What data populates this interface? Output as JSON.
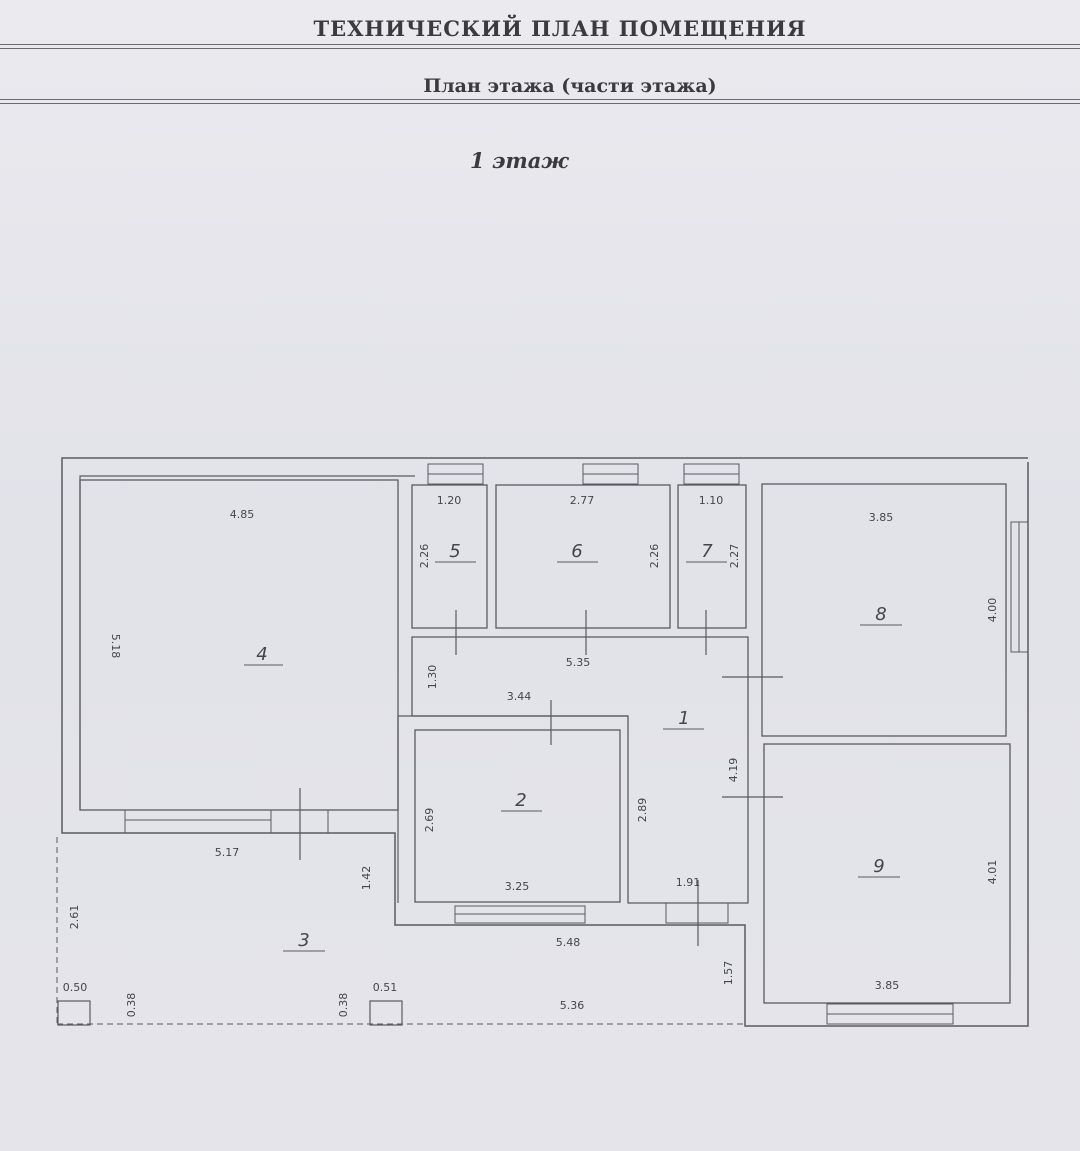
{
  "header": {
    "title": "ТЕХНИЧЕСКИЙ ПЛАН ПОМЕЩЕНИЯ",
    "subtitle": "План этажа (части этажа)",
    "floor": "1 этаж"
  },
  "rooms": {
    "r1": "1",
    "r2": "2",
    "r3": "3",
    "r4": "4",
    "r5": "5",
    "r6": "6",
    "r7": "7",
    "r8": "8",
    "r9": "9"
  },
  "dims": {
    "r4_w": "4.85",
    "r4_h": "5.18",
    "r5_w": "1.20",
    "r5_h": "2.26",
    "r6_w": "2.77",
    "r6_h": "2.26",
    "r7_w": "1.10",
    "r7_h": "2.27",
    "r8_w": "3.85",
    "r8_h": "4.00",
    "corr_w": "5.35",
    "corr_h": "1.30",
    "corr_mid": "3.44",
    "r1_h": "4.19",
    "r1_w": "1.91",
    "r2_h": "2.69",
    "r2_h2": "2.89",
    "r2_w": "3.25",
    "r9_w": "3.85",
    "r9_h": "4.01",
    "r3_w1": "5.17",
    "r3_h1": "1.42",
    "r3_w2": "5.48",
    "r3_h2": "2.61",
    "r3_h3": "1.57",
    "r3_w3": "5.36",
    "col1_w": "0.50",
    "col1_h": "0.38",
    "col2_w": "0.51",
    "col2_h": "0.38"
  }
}
